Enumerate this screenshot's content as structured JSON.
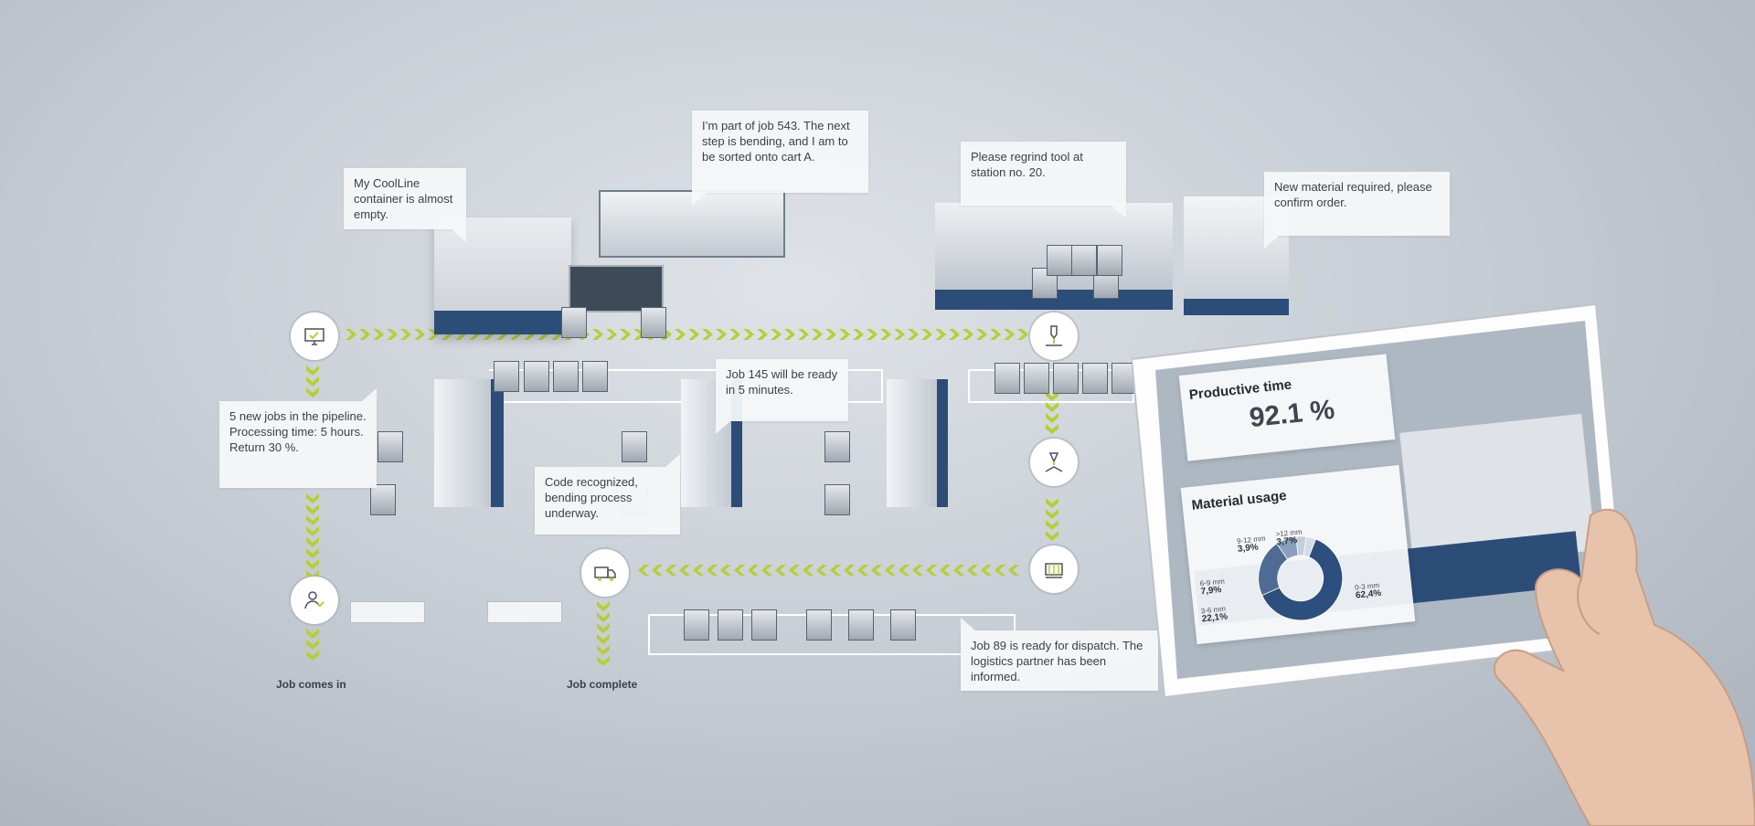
{
  "callouts": {
    "coolline": "My CoolLine container is almost empty.",
    "job543": "I’m part of job 543. The next step is bending, and I am to be sorted onto cart A.",
    "regrind": "Please regrind tool at station no. 20.",
    "material": "New material required, please confirm order.",
    "pipeline": "5 new jobs in the pipeline. Processing time: 5 hours. Return 30 %.",
    "job145": "Job 145 will be ready in 5 minutes.",
    "code": "Code recognized, bending process underway.",
    "job89": "Job 89 is ready for dispatch. The logistics partner has been informed."
  },
  "captions": {
    "job_in": "Job comes in",
    "job_complete": "Job complete"
  },
  "nodes": [
    "monitor-check-icon",
    "laser-cut-icon",
    "bending-tool-icon",
    "cart-icon",
    "truck-icon",
    "person-check-icon"
  ],
  "colors": {
    "accent_arrow": "#b7cf2f",
    "machine_blue": "#2c4d78",
    "donut_dark": "#2d4f7e",
    "donut_light": "#d5dce6"
  },
  "tablet": {
    "productive_time_title": "Productive time",
    "productive_time_value": "92.1 %",
    "material_usage_title": "Material usage"
  },
  "chart_data": {
    "type": "pie",
    "title": "Material usage",
    "categories": [
      "0-3 mm",
      "3-6 mm",
      "6-9 mm",
      "9-12 mm",
      ">12 mm"
    ],
    "values": [
      62.4,
      22.1,
      7.9,
      3.9,
      3.7
    ],
    "value_labels": [
      "62,4%",
      "22,1%",
      "7,9%",
      "3,9%",
      "3,7%"
    ],
    "style": "donut"
  }
}
